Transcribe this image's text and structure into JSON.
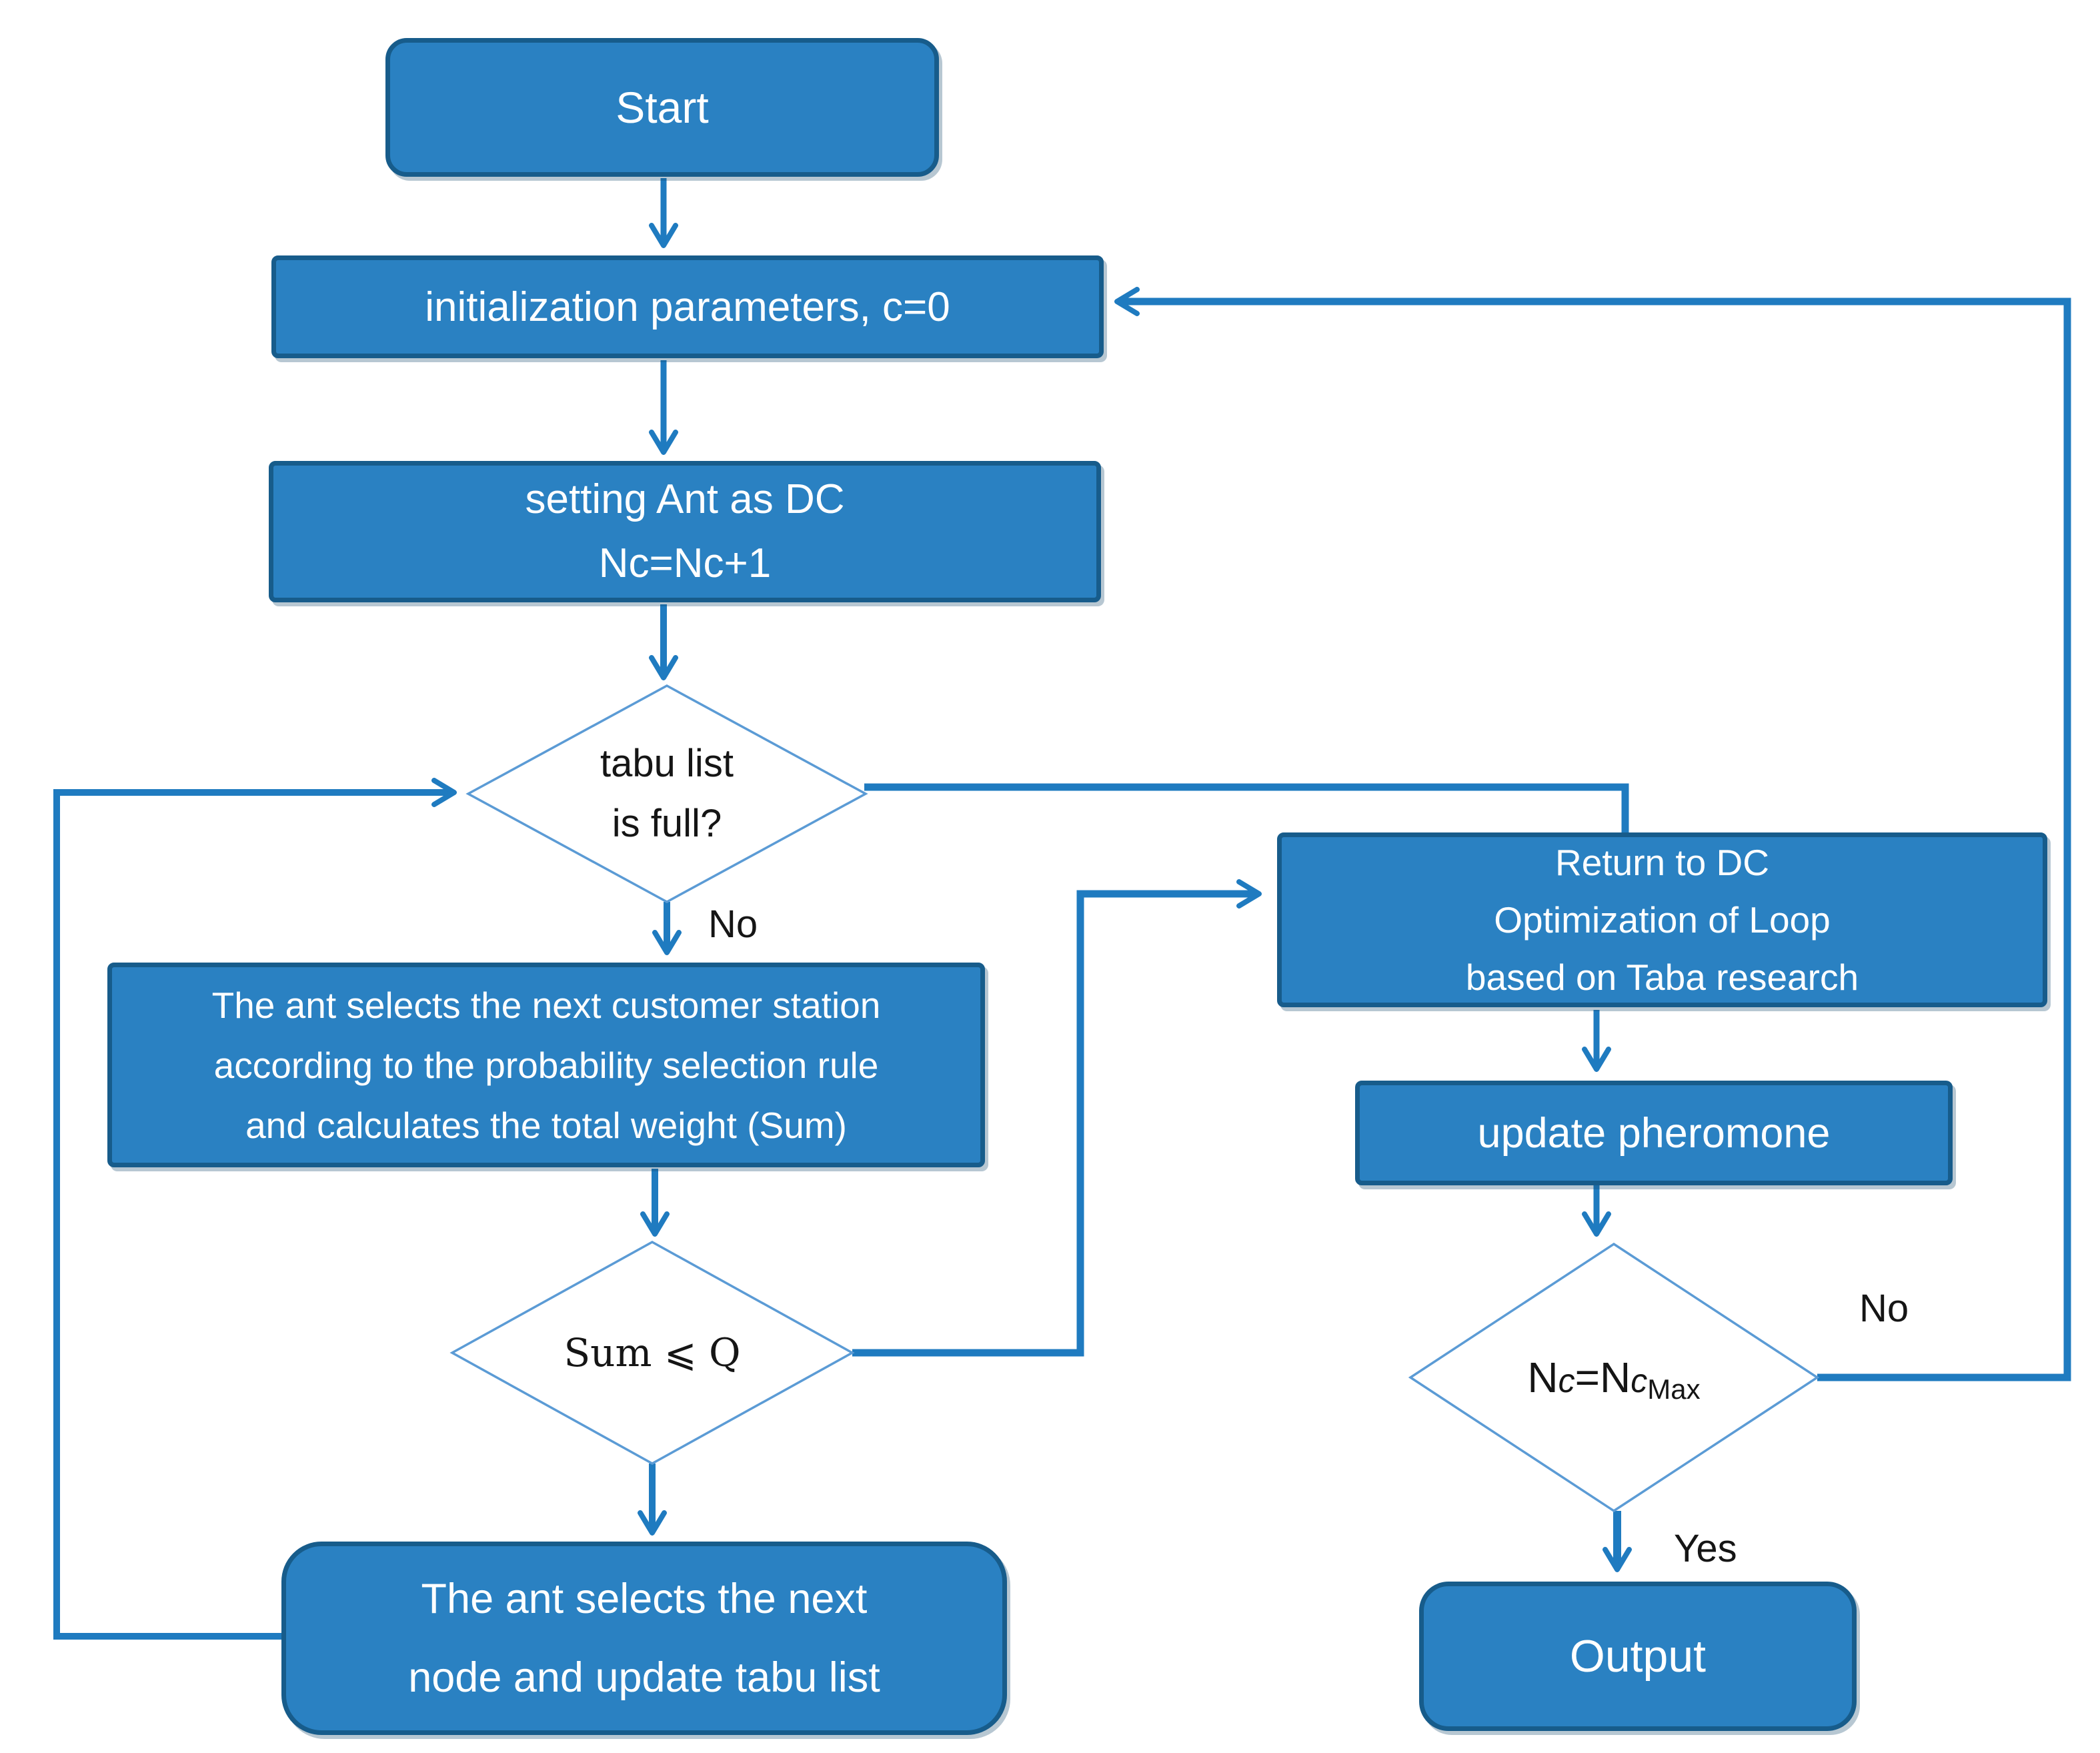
{
  "diagram": {
    "type": "flowchart",
    "background": "#FFFFFF",
    "colors": {
      "box_fill": "#2A81C2",
      "box_border": "#175C8B",
      "connector": "#1F7BC0",
      "diamond_stroke": "#5B9BD5",
      "diamond_fill": "#FFFFFF",
      "box_text": "#FFFFFF",
      "label_text": "#151515"
    },
    "nodes": {
      "start": {
        "shape": "rounded-rect",
        "label": "Start"
      },
      "init": {
        "shape": "rect",
        "label": "initialization parameters, c=0"
      },
      "setting": {
        "shape": "rect",
        "lines": [
          "setting Ant as DC",
          "Nc=Nc+1"
        ]
      },
      "tabu_full": {
        "shape": "diamond",
        "lines": [
          "tabu list",
          "is full?"
        ]
      },
      "select_station": {
        "shape": "rect",
        "lines": [
          "The ant selects the next customer station",
          "according to the probability selection rule",
          "and calculates the total weight (Sum)"
        ]
      },
      "sum_check": {
        "shape": "diamond",
        "label": "Sum ⩽ Q"
      },
      "select_node": {
        "shape": "rounded-rect",
        "lines": [
          "The ant selects the next",
          "node and update tabu list"
        ]
      },
      "return_dc": {
        "shape": "rect",
        "lines": [
          "Return to DC",
          "Optimization of Loop",
          "based on Taba research"
        ]
      },
      "update_pheromone": {
        "shape": "rect",
        "label": "update pheromone"
      },
      "nc_check": {
        "shape": "diamond",
        "label_parts": {
          "p1": "N",
          "p2": "c",
          "p3": "=N",
          "p4": "c",
          "p5": "Max"
        }
      },
      "output": {
        "shape": "rounded-rect",
        "label": "Output"
      }
    },
    "edge_labels": {
      "tabu_no": "No",
      "nc_no": "No",
      "nc_yes": "Yes"
    }
  }
}
